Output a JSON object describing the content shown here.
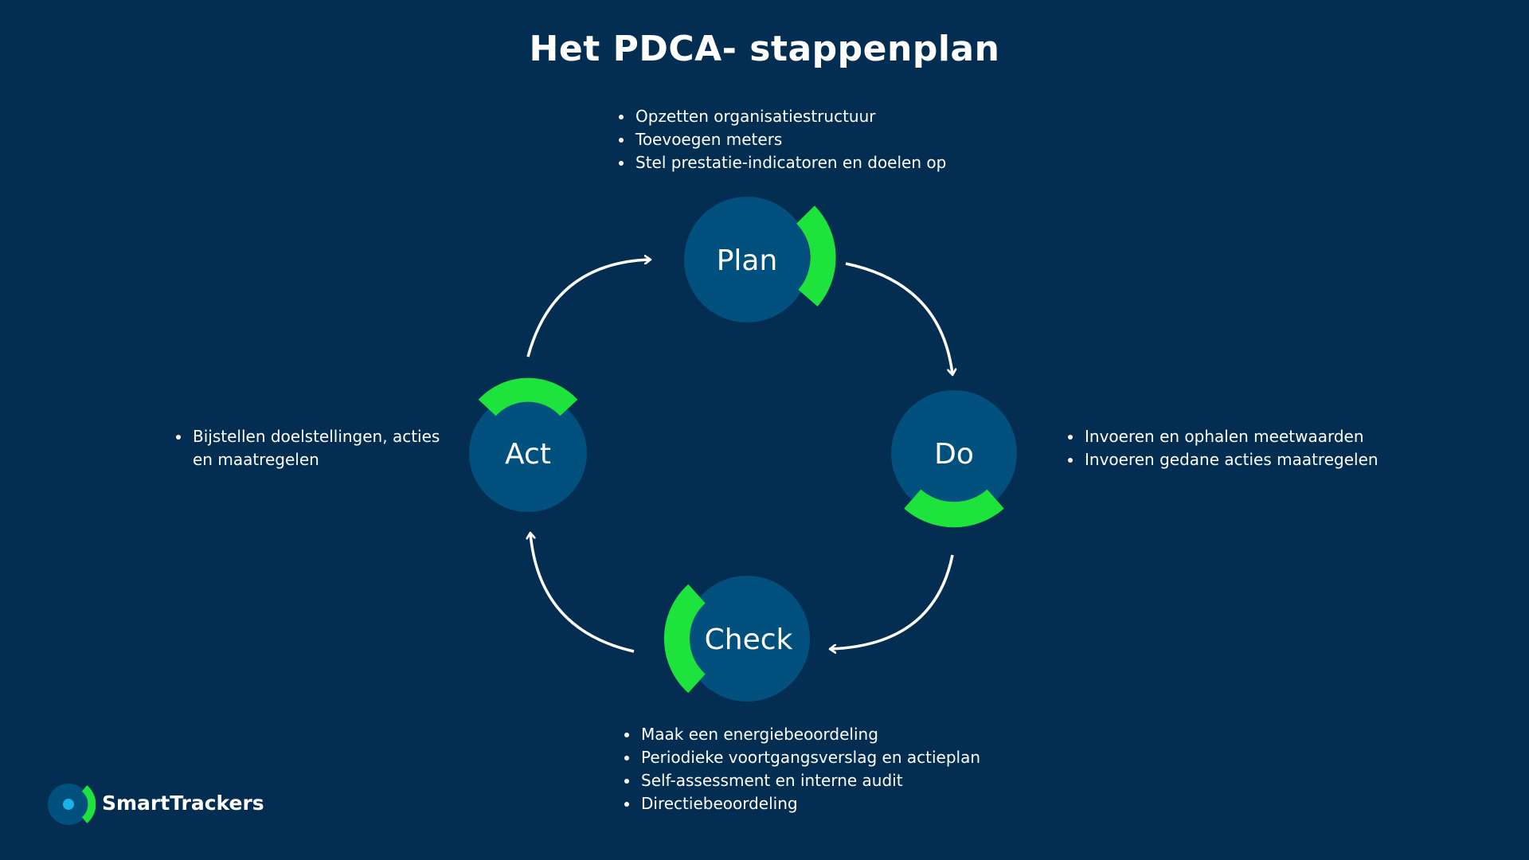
{
  "title": "Het PDCA- stappenplan",
  "colors": {
    "background": "#032e51",
    "circle": "#02507d",
    "accent": "#1ee33c",
    "text": "#ffffff",
    "logo_dot": "#1ab3e6"
  },
  "stages": {
    "plan": {
      "label": "Plan"
    },
    "do": {
      "label": "Do"
    },
    "check": {
      "label": "Check"
    },
    "act": {
      "label": "Act"
    }
  },
  "bullets": {
    "plan": [
      "Opzetten organisatiestructuur",
      "Toevoegen meters",
      "Stel prestatie-indicatoren en doelen op"
    ],
    "do": [
      "Invoeren en ophalen meetwaarden",
      "Invoeren gedane acties maatregelen"
    ],
    "check": [
      "Maak een energiebeoordeling",
      "Periodieke voortgangsverslag en actieplan",
      "Self-assessment en interne audit",
      "Directiebeoordeling"
    ],
    "act": [
      "Bijstellen doelstellingen, acties en maatregelen"
    ]
  },
  "logo": {
    "text": "SmartTrackers",
    "icon": "smarttrackers-logo-icon"
  }
}
